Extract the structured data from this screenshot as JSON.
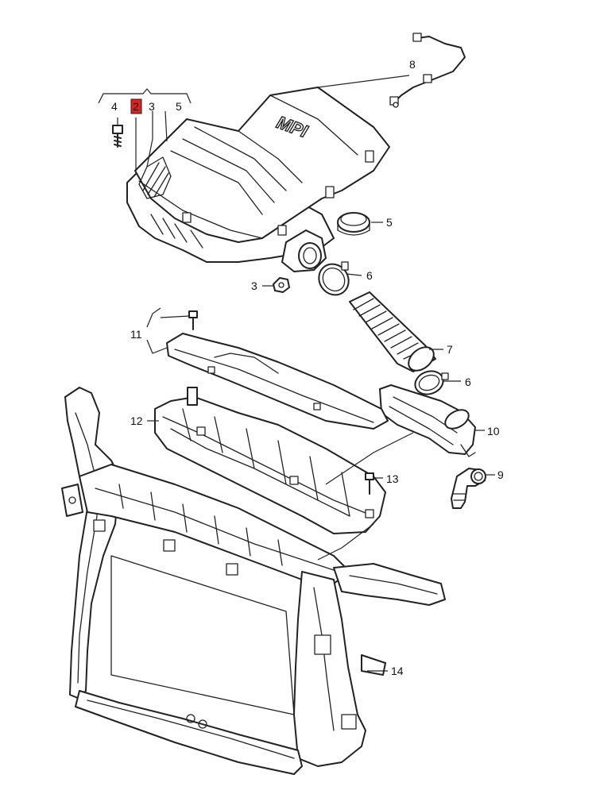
{
  "diagram": {
    "logo_text": "MPI",
    "highlight_color": "#e0201b",
    "line_color": "#222222",
    "callouts": [
      {
        "id": "c4",
        "label": "4"
      },
      {
        "id": "c2",
        "label": "2",
        "highlighted": true
      },
      {
        "id": "c3a",
        "label": "3"
      },
      {
        "id": "c5a",
        "label": "5"
      },
      {
        "id": "c8",
        "label": "8"
      },
      {
        "id": "c5b",
        "label": "5"
      },
      {
        "id": "c3b",
        "label": "3"
      },
      {
        "id": "c6a",
        "label": "6"
      },
      {
        "id": "c11",
        "label": "11"
      },
      {
        "id": "c7",
        "label": "7"
      },
      {
        "id": "c6b",
        "label": "6"
      },
      {
        "id": "c12",
        "label": "12"
      },
      {
        "id": "c10",
        "label": "10"
      },
      {
        "id": "c13",
        "label": "13"
      },
      {
        "id": "c9",
        "label": "9"
      },
      {
        "id": "c14",
        "label": "14"
      }
    ]
  }
}
